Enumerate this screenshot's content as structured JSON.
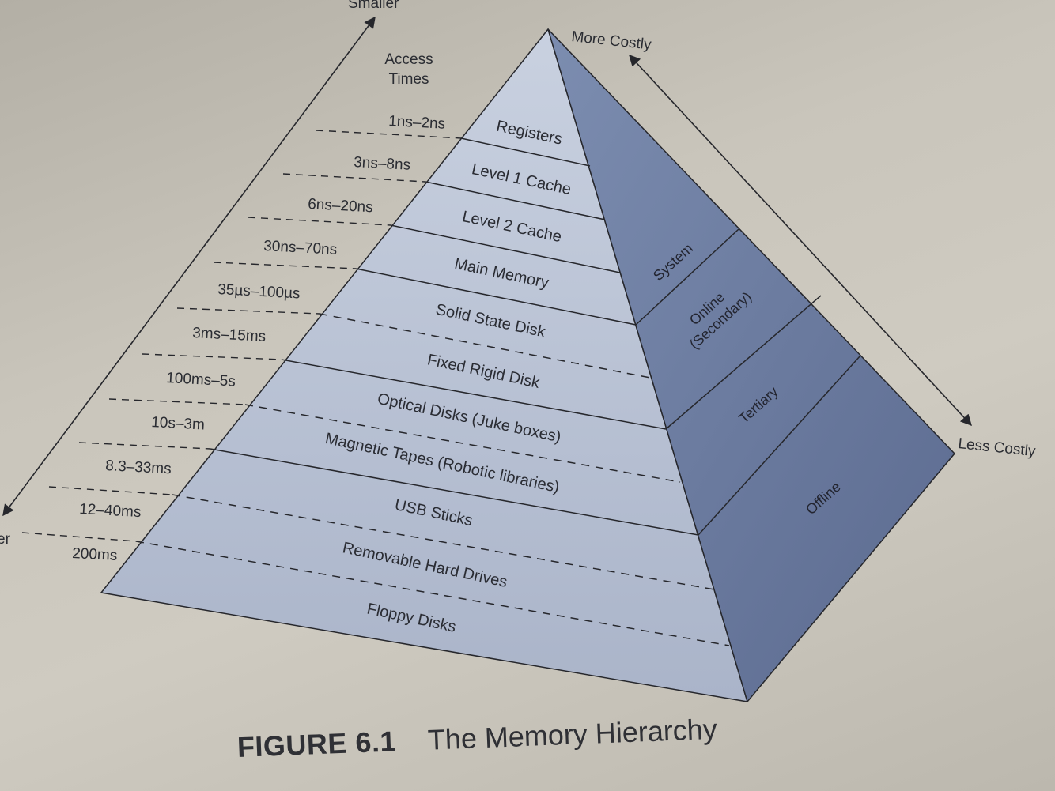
{
  "figure": {
    "number": "FIGURE 6.1",
    "title": "The Memory Hierarchy"
  },
  "axis_labels": {
    "access_times_line1": "Access",
    "access_times_line2": "Times",
    "top_left_arrow": "Smaller",
    "bottom_left_arrow": "er",
    "more_costly": "More Costly",
    "less_costly": "Less Costly"
  },
  "access_times": [
    "1ns–2ns",
    "3ns–8ns",
    "6ns–20ns",
    "30ns–70ns",
    "35µs–100µs",
    "3ms–15ms",
    "100ms–5s",
    "10s–3m",
    "8.3–33ms",
    "12–40ms",
    "200ms"
  ],
  "layers": [
    "Registers",
    "Level 1 Cache",
    "Level 2 Cache",
    "Main Memory",
    "Solid State Disk",
    "Fixed Rigid Disk",
    "Optical Disks (Juke boxes)",
    "Magnetic Tapes (Robotic libraries)",
    "USB Sticks",
    "Removable Hard Drives",
    "Floppy Disks"
  ],
  "categories": {
    "system": "System",
    "online_line1": "Online",
    "online_line2": "(Secondary)",
    "tertiary": "Tertiary",
    "offline": "Offline"
  },
  "colors": {
    "front_face_top": "#c9d1e0",
    "front_face_bottom": "#aab4c9",
    "side_face_top": "#7c8db0",
    "side_face_bottom": "#5b6a8f",
    "line": "#26272c"
  }
}
